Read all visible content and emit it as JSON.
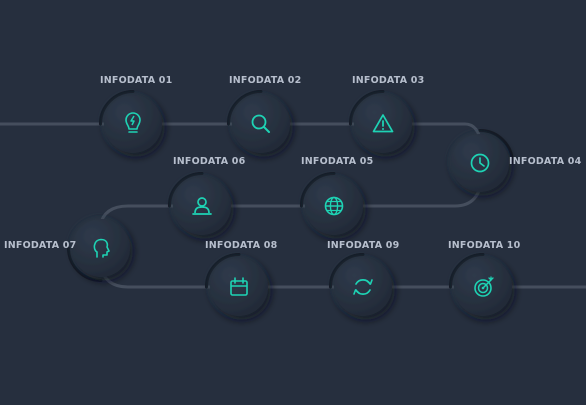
{
  "colors": {
    "background": "#262f3e",
    "track": "#454e5d",
    "accent": "#1ed3b4",
    "label": "#b7bfcd"
  },
  "steps": [
    {
      "label": "INFODATA 01",
      "icon": "lightbulb-icon"
    },
    {
      "label": "INFODATA 02",
      "icon": "search-icon"
    },
    {
      "label": "INFODATA 03",
      "icon": "warning-icon"
    },
    {
      "label": "INFODATA 04",
      "icon": "clock-icon"
    },
    {
      "label": "INFODATA 05",
      "icon": "globe-icon"
    },
    {
      "label": "INFODATA 06",
      "icon": "user-icon"
    },
    {
      "label": "INFODATA 07",
      "icon": "head-profile-icon"
    },
    {
      "label": "INFODATA 08",
      "icon": "calendar-icon"
    },
    {
      "label": "INFODATA 09",
      "icon": "refresh-icon"
    },
    {
      "label": "INFODATA 10",
      "icon": "target-icon"
    }
  ]
}
